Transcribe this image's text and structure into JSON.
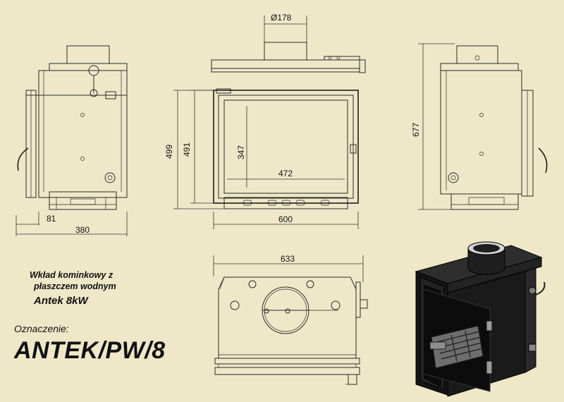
{
  "captions": {
    "line1": "Wkład kominkowy z",
    "line2": "płaszczem wodnym",
    "model": "Antek 8kW",
    "label": "Oznaczenie:",
    "code": "ANTEK/PW/8"
  },
  "dimensions": {
    "flue": "Ø178",
    "side_total": "380",
    "side_offset": "81",
    "front_height_outer": "499",
    "front_height_inner": "491",
    "glass_height": "347",
    "glass_width": "472",
    "front_width": "600",
    "right_height": "677",
    "top_width": "633"
  },
  "colors": {
    "background": "#efe8c8",
    "line": "#2a2a2a",
    "body_3d": "#1a1a1a"
  }
}
